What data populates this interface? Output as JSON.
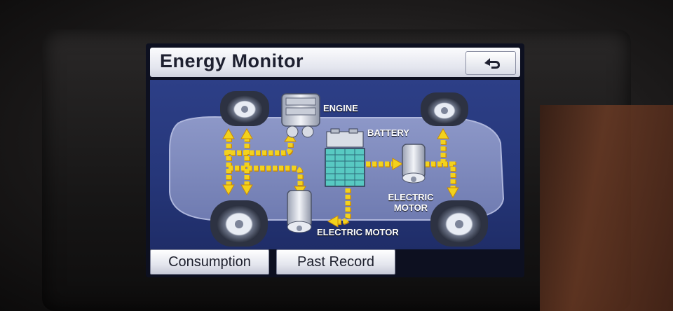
{
  "screen": {
    "title": "Energy Monitor",
    "back_icon": "return-arrow-icon"
  },
  "diagram": {
    "engine_label": "ENGINE",
    "battery_label": "BATTERY",
    "rear_motor_label_line1": "ELECTRIC",
    "rear_motor_label_line2": "MOTOR",
    "front_motor_label": "ELECTRIC MOTOR",
    "flow_color": "#f3d21c",
    "flow_shadow_color": "#c88a08"
  },
  "buttons": {
    "consumption": "Consumption",
    "past_record": "Past Record"
  }
}
